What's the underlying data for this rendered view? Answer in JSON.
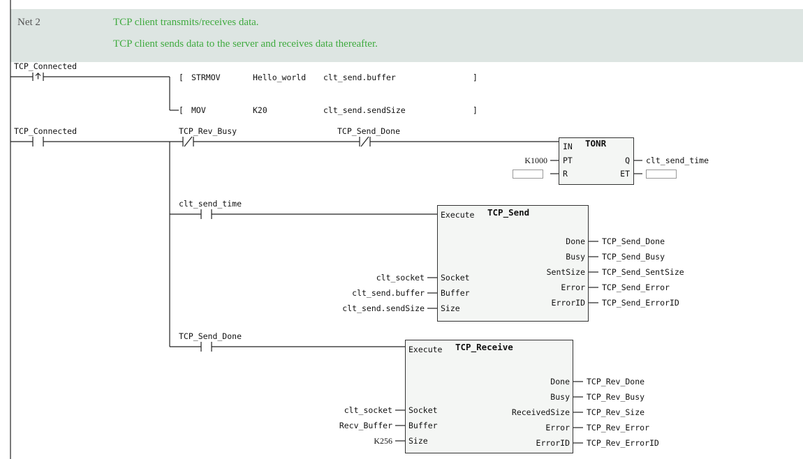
{
  "net": {
    "label": "Net 2",
    "description": "TCP client transmits/receives data.",
    "description2": "TCP client sends data to the server and receives data thereafter."
  },
  "rung1": {
    "contact": "TCP_Connected",
    "inst1": {
      "op": "STRMOV",
      "arg1": "Hello_world",
      "arg2": "clt_send.buffer"
    },
    "inst2": {
      "op": "MOV",
      "arg1": "K20",
      "arg2": "clt_send.sendSize"
    }
  },
  "rung2": {
    "contact_main": "TCP_Connected",
    "contact_rev_busy": "TCP_Rev_Busy",
    "contact_send_done": "TCP_Send_Done",
    "timer": {
      "in": "IN",
      "type": "TONR",
      "pt_pin": "PT",
      "r_pin": "R",
      "q_pin": "Q",
      "et_pin": "ET",
      "pt_value": "K1000",
      "q_output": "clt_send_time"
    },
    "send_branch": {
      "contact": "clt_send_time",
      "block": {
        "execute": "Execute",
        "name": "TCP_Send",
        "inputs": [
          {
            "pin": "Socket",
            "var": "clt_socket"
          },
          {
            "pin": "Buffer",
            "var": "clt_send.buffer"
          },
          {
            "pin": "Size",
            "var": "clt_send.sendSize"
          }
        ],
        "outputs": [
          {
            "pin": "Done",
            "var": "TCP_Send_Done"
          },
          {
            "pin": "Busy",
            "var": "TCP_Send_Busy"
          },
          {
            "pin": "SentSize",
            "var": "TCP_Send_SentSize"
          },
          {
            "pin": "Error",
            "var": "TCP_Send_Error"
          },
          {
            "pin": "ErrorID",
            "var": "TCP_Send_ErrorID"
          }
        ]
      }
    },
    "receive_branch": {
      "contact": "TCP_Send_Done",
      "block": {
        "execute": "Execute",
        "name": "TCP_Receive",
        "inputs": [
          {
            "pin": "Socket",
            "var": "clt_socket"
          },
          {
            "pin": "Buffer",
            "var": "Recv_Buffer"
          },
          {
            "pin": "Size",
            "var": "K256"
          }
        ],
        "outputs": [
          {
            "pin": "Done",
            "var": "TCP_Rev_Done"
          },
          {
            "pin": "Busy",
            "var": "TCP_Rev_Busy"
          },
          {
            "pin": "ReceivedSize",
            "var": "TCP_Rev_Size"
          },
          {
            "pin": "Error",
            "var": "TCP_Rev_Error"
          },
          {
            "pin": "ErrorID",
            "var": "TCP_Rev_ErrorID"
          }
        ]
      }
    }
  }
}
